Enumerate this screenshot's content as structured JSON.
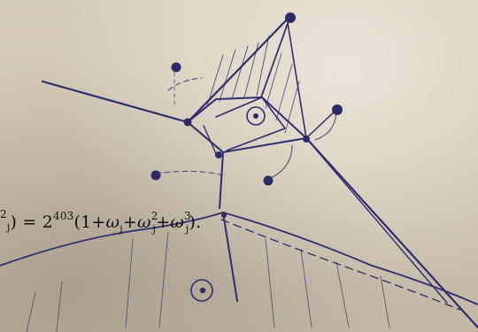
{
  "formula": {
    "fragment_exp": "2",
    "fragment_sub": "j",
    "close": ")",
    "equals": " = ",
    "base": "2",
    "exponent": "403",
    "open": "(1+",
    "omega": "ω",
    "sub_j": "j",
    "plus": "+",
    "exp2": "2",
    "exp3": "3",
    "end": ")."
  },
  "colors": {
    "ink": "#2d2f6e",
    "paper": "#cfc4b2"
  },
  "icons": [
    "ink-dot-icon",
    "ink-circle-dot-icon"
  ]
}
